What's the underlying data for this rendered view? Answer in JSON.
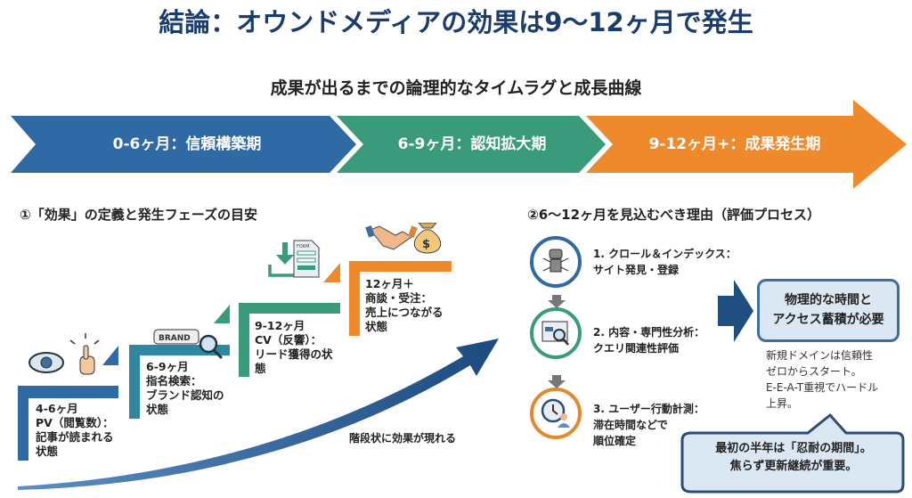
{
  "title": "結論：オウンドメディアの効果は9〜12ヶ月で発生",
  "subtitle": "成果が出るまでの論理的なタイムラグと成長曲線",
  "banner": [
    {
      "label": "0-6ヶ月：信頼構築期",
      "color": "#2f6aa5"
    },
    {
      "label": "6-9ヶ月：認知拡大期",
      "color": "#3a9a7c"
    },
    {
      "label": "9-12ヶ月+：成果発生期",
      "color": "#ee8a2b"
    }
  ],
  "section1": {
    "heading": "①「効果」の定義と発生フェーズの目安",
    "steps": [
      {
        "period": "4-6ヶ月",
        "lines": [
          "PV（閲覧数）：",
          "記事が読まれる",
          "状態"
        ],
        "icons": [
          "eye-icon",
          "click-hand-icon"
        ]
      },
      {
        "period": "6-9ヶ月",
        "lines": [
          "指名検索：",
          "ブランド認知の",
          "状態"
        ],
        "icons": [
          "brand-search-icon"
        ],
        "icon_text": "BRAND"
      },
      {
        "period": "9-12ヶ月",
        "lines": [
          "CV（反響）：",
          "リード獲得の状",
          "態"
        ],
        "icons": [
          "download-icon",
          "form-icon"
        ],
        "icon_text": "FORM"
      },
      {
        "period": "12ヶ月＋",
        "lines": [
          "商談・受注：",
          "売上につながる",
          "状態"
        ],
        "icons": [
          "handshake-icon",
          "money-bag-icon"
        ]
      }
    ],
    "curve_label": "階段状に効果が現れる"
  },
  "section2": {
    "heading": "②6〜12ヶ月を見込むべき理由（評価プロセス）",
    "steps": [
      {
        "title": "1. クロール＆インデックス：",
        "desc": "サイト発見・登録",
        "icon": "robot-crawler-icon",
        "color": "#2f6aa5"
      },
      {
        "title": "2. 内容・専門性分析：",
        "desc": "クエリ関連性評価",
        "icon": "page-analysis-icon",
        "color": "#3a9a7c"
      },
      {
        "title": "3. ユーザー行動計測：",
        "desc": "滞在時間などで|順位確定",
        "icon": "clock-user-icon",
        "color": "#e58a2c"
      }
    ],
    "conclusion": [
      "物理的な時間と",
      "アクセス蓄積が必要"
    ],
    "note": [
      "新規ドメインは信頼性",
      "ゼロからスタート。",
      "E-E-A-T重視でハードル",
      "上昇。"
    ],
    "callout": [
      "最初の半年は「忍耐の期間」。",
      "焦らず更新継続が重要。"
    ]
  }
}
